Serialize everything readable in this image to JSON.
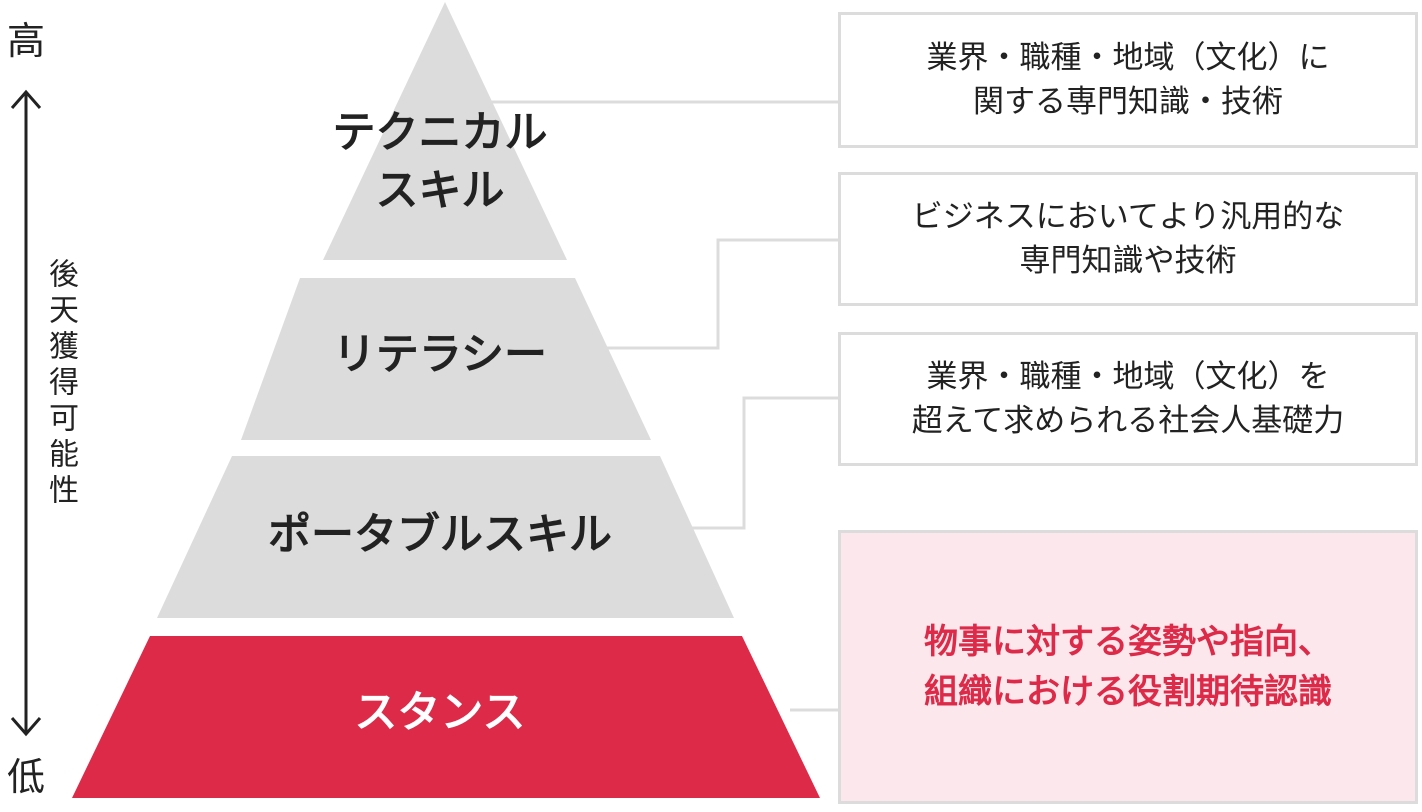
{
  "axis": {
    "high_label": "高",
    "low_label": "低",
    "title": "後天獲得可能性"
  },
  "tiers": [
    {
      "label_lines": [
        "テクニカル",
        "スキル"
      ],
      "description_lines": [
        "業界・職種・地域（文化）に",
        "関する専門知識・技術"
      ]
    },
    {
      "label_lines": [
        "リテラシー"
      ],
      "description_lines": [
        "ビジネスにおいてより汎用的な",
        "専門知識や技術"
      ]
    },
    {
      "label_lines": [
        "ポータブルスキル"
      ],
      "description_lines": [
        "業界・職種・地域（文化）を",
        "超えて求められる社会人基礎力"
      ]
    },
    {
      "label_lines": [
        "スタンス"
      ],
      "description_lines": [
        "物事に対する姿勢や指向、",
        "組織における役割期待認識"
      ]
    }
  ],
  "colors": {
    "tier_fill": "#dcdcdc",
    "base_fill": "#dd2a48",
    "highlight_bg": "#fce8ec",
    "connector": "#dcdcdc",
    "text": "#222222"
  }
}
